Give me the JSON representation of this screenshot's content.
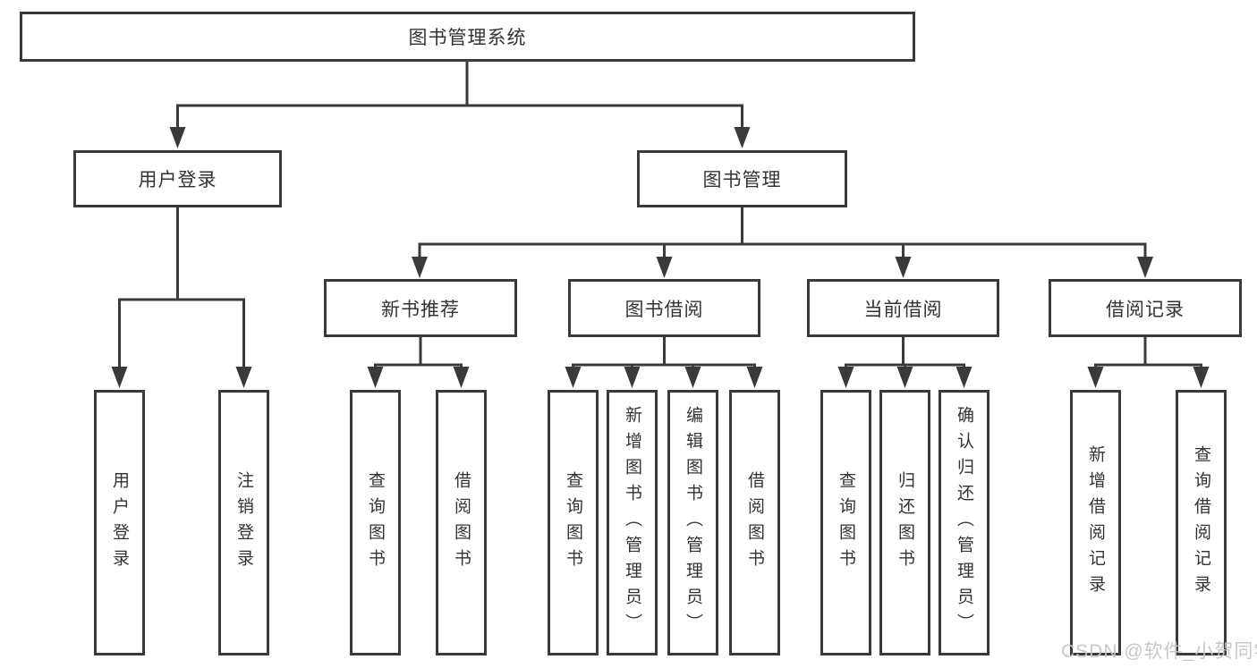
{
  "diagram": {
    "root": {
      "label": "图书管理系统"
    },
    "level2": [
      {
        "label": "用户登录"
      },
      {
        "label": "图书管理"
      }
    ],
    "level3": [
      {
        "label": "新书推荐"
      },
      {
        "label": "图书借阅"
      },
      {
        "label": "当前借阅"
      },
      {
        "label": "借阅记录"
      }
    ],
    "leaves": {
      "user_login": [
        {
          "label": "用户登录"
        },
        {
          "label": "注销登录"
        }
      ],
      "new_books": [
        {
          "label": "查询图书"
        },
        {
          "label": "借阅图书"
        }
      ],
      "book_borrowing": [
        {
          "label": "查询图书"
        },
        {
          "label": "新增图书（管理员）"
        },
        {
          "label": "编辑图书（管理员）"
        },
        {
          "label": "借阅图书"
        }
      ],
      "current_borrowing": [
        {
          "label": "查询图书"
        },
        {
          "label": "归还图书"
        },
        {
          "label": "确认归还（管理员）"
        }
      ],
      "borrowing_records": [
        {
          "label": "新增借阅记录"
        },
        {
          "label": "查询借阅记录"
        }
      ]
    }
  },
  "watermark": {
    "text": "CSDN @软件_小贺同学"
  },
  "colors": {
    "line": "#3a3a3a",
    "text": "#333333",
    "background": "#ffffff",
    "watermark": "#c5c5c5"
  }
}
